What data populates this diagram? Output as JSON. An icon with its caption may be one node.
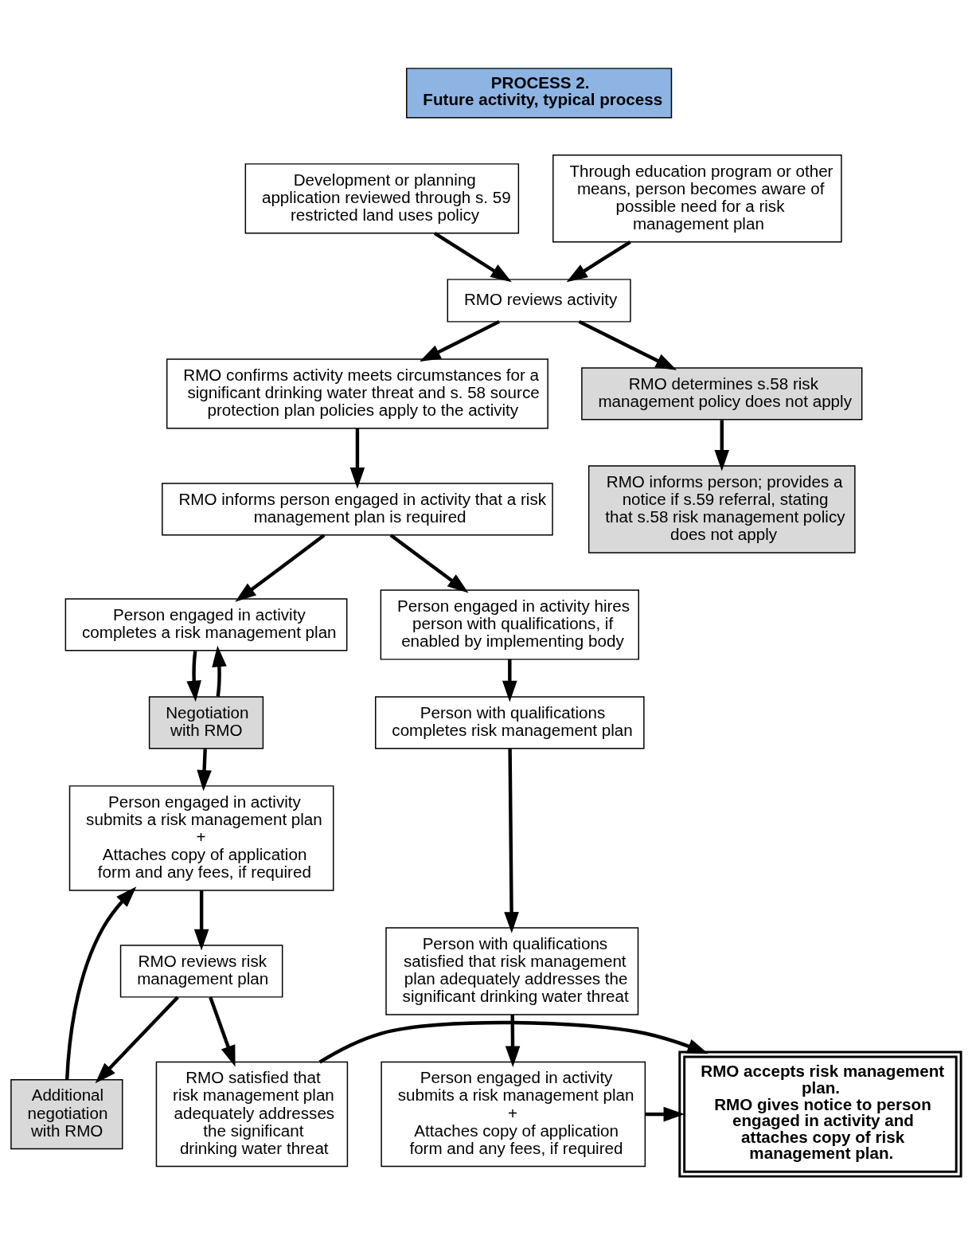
{
  "diagram": {
    "nodes": [
      {
        "text": [
          "PROCESS 2.",
          "Future activity, typical process"
        ]
      },
      {
        "text": [
          "Development or planning application reviewed through s. 59 restricted land uses policy"
        ]
      },
      {
        "text": [
          "Through education program or other means, person becomes aware of possible need for a risk management plan"
        ]
      },
      {
        "text": [
          "RMO reviews activity"
        ]
      },
      {
        "text": [
          "RMO confirms activity meets circumstances for a significant drinking water threat and s. 58 source protection plan policies apply to the activity"
        ]
      },
      {
        "text": [
          "RMO determines s.58 risk management policy does not apply"
        ]
      },
      {
        "text": [
          "RMO informs person; provides a notice if s.59 referral, stating that s.58 risk management policy does not apply"
        ]
      },
      {
        "text": [
          "RMO informs person engaged in activity that a risk management plan is required"
        ]
      },
      {
        "text": [
          "Person engaged in activity completes a risk management plan"
        ]
      },
      {
        "text": [
          "Person engaged in activity hires person with qualifications, if enabled by implementing body"
        ]
      },
      {
        "text": [
          "Negotiation with RMO"
        ]
      },
      {
        "text": [
          "Person engaged in activity submits a risk management plan",
          "+",
          "Attaches copy of application form and any fees, if required"
        ]
      },
      {
        "text": [
          "Person with qualifications completes risk management plan"
        ]
      },
      {
        "text": [
          "Additional negotiation with RMO"
        ]
      },
      {
        "text": [
          "Person with qualifications satisfied that risk management plan adequately addresses the significant drinking water threat"
        ]
      },
      {
        "text": [
          "RMO reviews risk management plan"
        ]
      },
      {
        "text": [
          "RMO satisfied that risk management plan adequately addresses the significant drinking water threat"
        ]
      },
      {
        "text": [
          "RMO accepts risk management plan.",
          "RMO gives notice to person engaged in activity and attaches copy of risk management plan."
        ]
      },
      {
        "text": [
          "Person engaged in activity submits a risk management plan",
          "+",
          "Attaches copy of application form and any fees, if required"
        ]
      }
    ],
    "edges": [
      {
        "from": 1,
        "to": 3,
        "arrow": "to"
      },
      {
        "from": 2,
        "to": 3,
        "arrow": "to"
      },
      {
        "from": 3,
        "to": 4,
        "arrow": "to"
      },
      {
        "from": 3,
        "to": 5,
        "arrow": "to"
      },
      {
        "from": 5,
        "to": 6,
        "arrow": "to"
      },
      {
        "from": 4,
        "to": 7,
        "arrow": "to"
      },
      {
        "from": 7,
        "to": 8,
        "arrow": "to"
      },
      {
        "from": 7,
        "to": 9,
        "arrow": "to"
      },
      {
        "from": 10,
        "to": 8,
        "arrow": "to"
      },
      {
        "from": 8,
        "to": 10,
        "arrow": "to"
      },
      {
        "from": 10,
        "to": 11,
        "arrow": "to"
      },
      {
        "from": 13,
        "to": 11,
        "arrow": "to"
      },
      {
        "from": 9,
        "to": 12,
        "arrow": "to"
      },
      {
        "from": 12,
        "to": 14,
        "arrow": "to"
      },
      {
        "from": 11,
        "to": 15,
        "arrow": "to"
      },
      {
        "from": 15,
        "to": 13,
        "arrow": "to"
      },
      {
        "from": 15,
        "to": 16,
        "arrow": "to"
      },
      {
        "from": 14,
        "to": 18,
        "arrow": "to"
      },
      {
        "from": 16,
        "to": 17,
        "arrow": "to"
      },
      {
        "from": 18,
        "to": 17,
        "arrow": "to"
      }
    ]
  }
}
